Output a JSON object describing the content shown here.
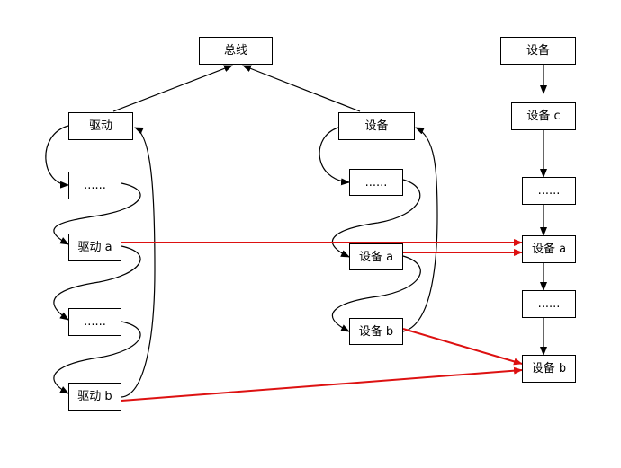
{
  "nodes": {
    "bus": "总线",
    "driver": "驱动",
    "driver_dots_1": "......",
    "driver_a": "驱动 a",
    "driver_dots_2": "......",
    "driver_b": "驱动 b",
    "device": "设备",
    "device_dots_1": "......",
    "device_a": "设备 a",
    "device_b": "设备 b",
    "right_device": "设备",
    "right_device_c": "设备 c",
    "right_dots_1": "......",
    "right_device_a": "设备 a",
    "right_dots_2": "......",
    "right_device_b": "设备 b"
  },
  "colors": {
    "line": "#000000",
    "highlight": "#dd1111"
  }
}
